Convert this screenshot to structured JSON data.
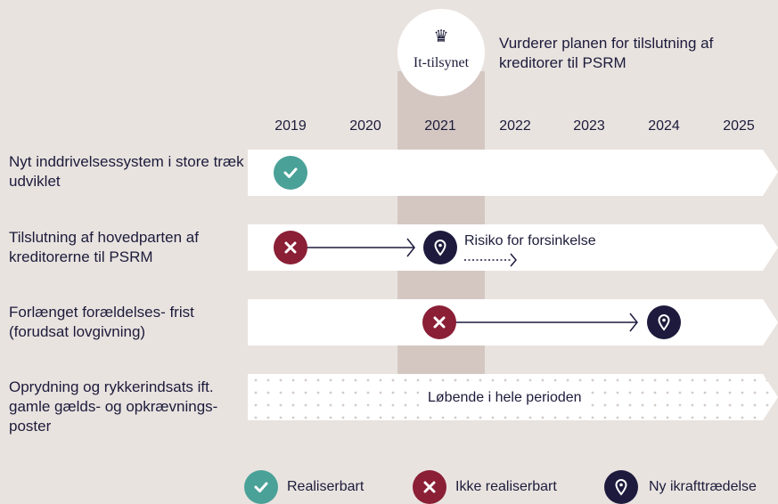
{
  "header": {
    "logo_text": "It-tilsynet",
    "logo_icon": "crown-icon",
    "text": "Vurderer planen for tilslutning af kreditorer til PSRM"
  },
  "years": [
    "2019",
    "2020",
    "2021",
    "2022",
    "2023",
    "2024",
    "2025"
  ],
  "rows": [
    {
      "label": "Nyt inddrivelsessystem i store træk udviklet",
      "markers": [
        {
          "year": 2019,
          "status": "Realiserbart"
        }
      ]
    },
    {
      "label": "Tilslutning af hovedparten af kreditorerne til PSRM",
      "markers": [
        {
          "year": 2019,
          "status": "Ikke realiserbart"
        },
        {
          "year": 2021,
          "status": "Ny ikrafttrædelse"
        }
      ],
      "note": "Risiko for forsinkelse"
    },
    {
      "label": "Forlænget forældelses- frist (forudsat lovgivning)",
      "markers": [
        {
          "year": 2021,
          "status": "Ikke realiserbart"
        },
        {
          "year": 2024,
          "status": "Ny ikrafttrædelse"
        }
      ]
    },
    {
      "label": "Oprydning og rykkerindsats ift. gamle gælds- og opkrævnings- poster",
      "note": "Løbende i hele perioden"
    }
  ],
  "legend": [
    {
      "label": "Realiserbart",
      "icon": "check-icon",
      "color": "#4aa198"
    },
    {
      "label": "Ikke realiserbart",
      "icon": "x-icon",
      "color": "#8a1f35"
    },
    {
      "label": "Ny ikrafttrædelse",
      "icon": "location-pin-icon",
      "color": "#1d1a3d"
    }
  ],
  "colors": {
    "background": "#e9e3e0",
    "highlight": "#d4c7c2",
    "navy": "#1d1a3d",
    "teal": "#4aa198",
    "red": "#8a1f35"
  }
}
